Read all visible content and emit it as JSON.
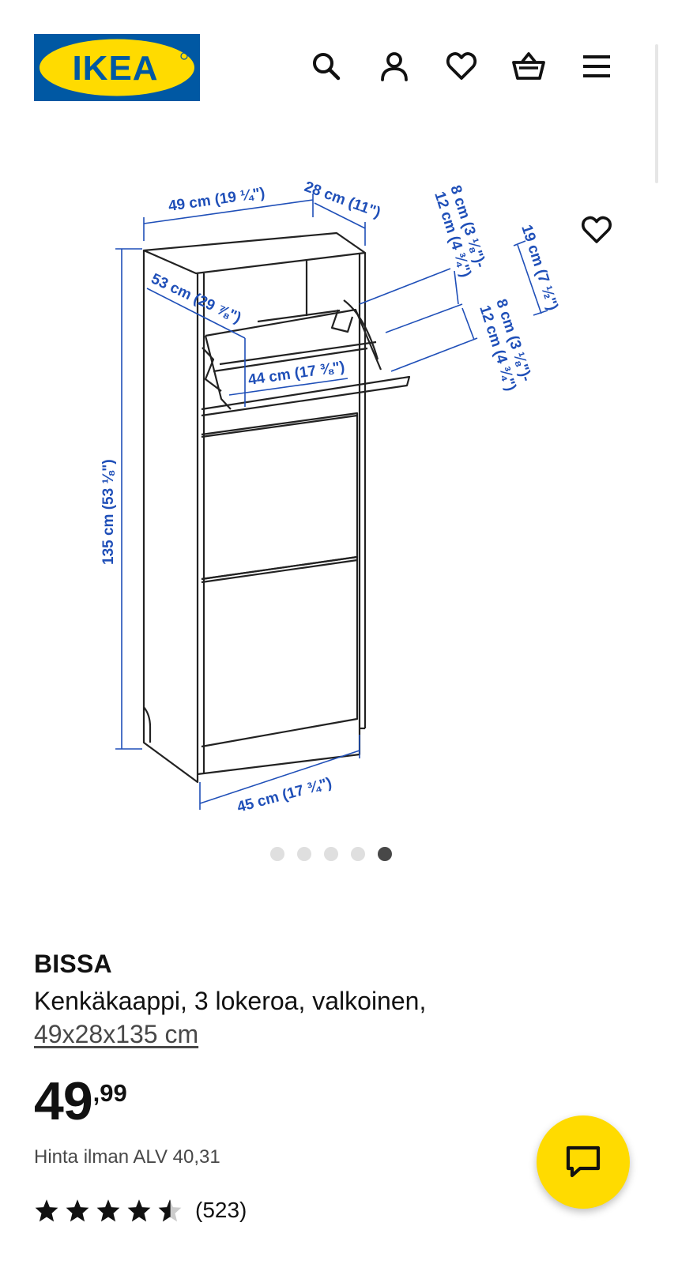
{
  "header": {
    "logo_text": "IKEA",
    "icons": [
      "search-icon",
      "account-icon",
      "favourites-icon",
      "cart-icon",
      "menu-icon"
    ]
  },
  "gallery": {
    "image_count": 5,
    "active_index": 4,
    "dimension_labels": {
      "width_top": "49 cm (19 ¼\")",
      "depth_top": "28 cm (11\")",
      "door_open_depth": "53 cm (29 ⅞\")",
      "inner_width": "44 cm (17 ⅜\")",
      "height": "135 cm (53 ⅛\")",
      "width_bottom": "45 cm (17 ¾\")",
      "compartment_height": "19 cm (7 ½\")",
      "shoe_height_1": "8 cm (3 ⅛\")-",
      "shoe_height_1b": "12 cm (4 ¾\")",
      "shoe_height_2": "8 cm (3 ⅛\")-",
      "shoe_height_2b": "12 cm (4 ¾\")"
    }
  },
  "product": {
    "name": "BISSA",
    "description": "Kenkäkaappi, 3 lokeroa, valkoinen,",
    "size": "49x28x135 cm",
    "price_integer": "49",
    "price_decimal": ",99",
    "vat_text": "Hinta ilman ALV 40,31",
    "rating": 4.5,
    "review_count": "(523)"
  },
  "colors": {
    "brand_blue": "#0058a3",
    "brand_yellow": "#ffdb00",
    "dimension_blue": "#1f4fb8"
  }
}
